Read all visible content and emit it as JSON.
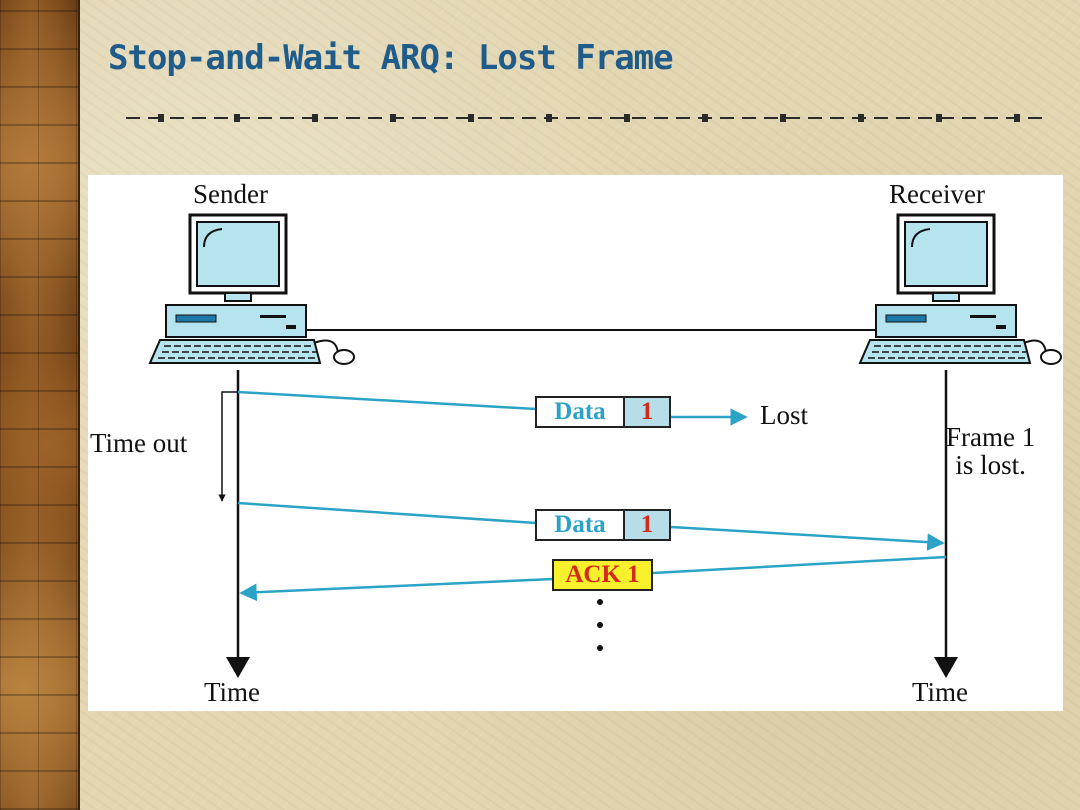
{
  "slide": {
    "title": "Stop-and-Wait ARQ: Lost Frame"
  },
  "diagram": {
    "sender_label": "Sender",
    "receiver_label": "Receiver",
    "timeout_label": "Time out",
    "lost_label": "Lost",
    "frame_lost_note_line1": "Frame 1",
    "frame_lost_note_line2": "is lost.",
    "time_label_left": "Time",
    "time_label_right": "Time",
    "frames": [
      {
        "kind": "Data",
        "number": "1"
      },
      {
        "kind": "Data",
        "number": "1"
      }
    ],
    "ack_label": "ACK 1",
    "colors": {
      "arrow": "#2ba3c7",
      "title": "#1f5c8a",
      "ack_fill": "#f7f02a",
      "frame_number": "#d42a1c"
    }
  }
}
